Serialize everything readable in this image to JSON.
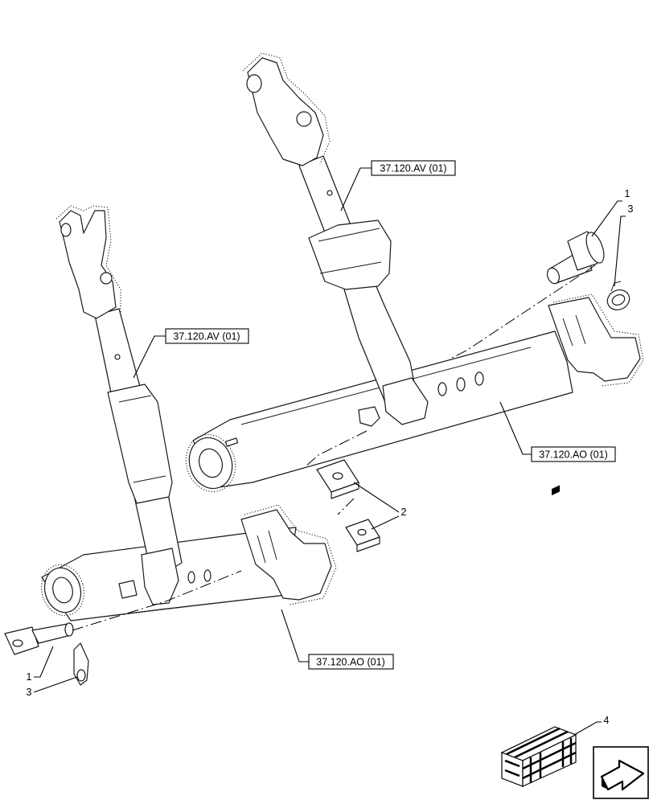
{
  "references": {
    "lift_rod_upper": "37.120.AV (01)",
    "lift_rod_lower": "37.120.AV (01)",
    "lower_link_right": "37.120.AO (01)",
    "lower_link_left": "37.120.AO (01)"
  },
  "callouts": {
    "pin_upper": "1",
    "clip_upper": "3",
    "pin_lower": "1",
    "clip_lower": "3",
    "spacers": "2",
    "kit": "4"
  },
  "icons": {
    "kit": "crate-icon",
    "navigation": "next-page-arrow-icon"
  }
}
